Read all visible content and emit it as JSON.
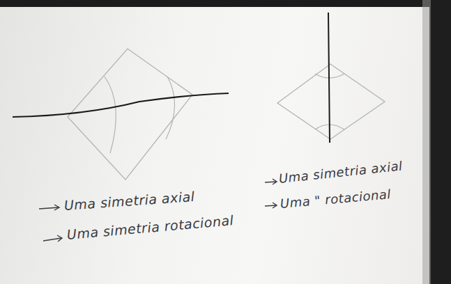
{
  "diagram": {
    "labels": [
      "Uma simetria axial",
      "Uma simetria rotacional",
      "Uma simetria axial",
      "Uma \" rotacional"
    ]
  }
}
